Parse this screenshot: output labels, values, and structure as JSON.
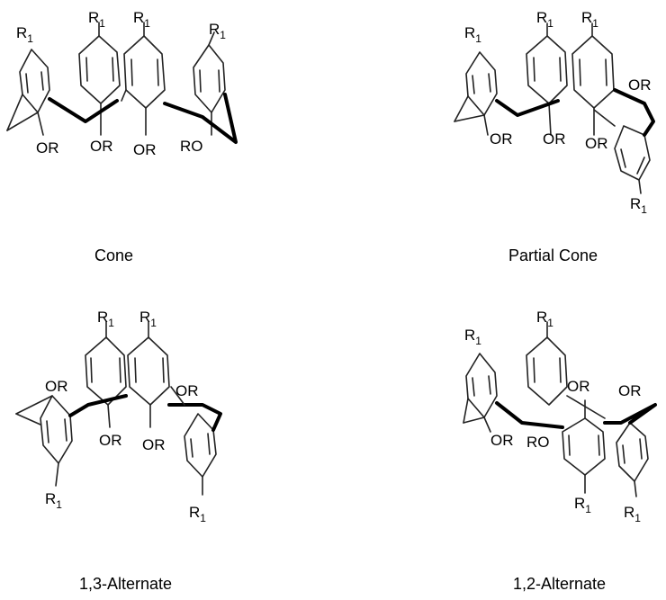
{
  "substituents": {
    "r1_base": "R",
    "r1_sub": "1",
    "or": "OR",
    "ro": "RO"
  },
  "captions": {
    "cone": "Cone",
    "partial_cone": "Partial Cone",
    "alt13": "1,3-Alternate",
    "alt12": "1,2-Alternate"
  },
  "colors": {
    "ink": "#000000",
    "bond": "#222222",
    "background": "#ffffff"
  }
}
